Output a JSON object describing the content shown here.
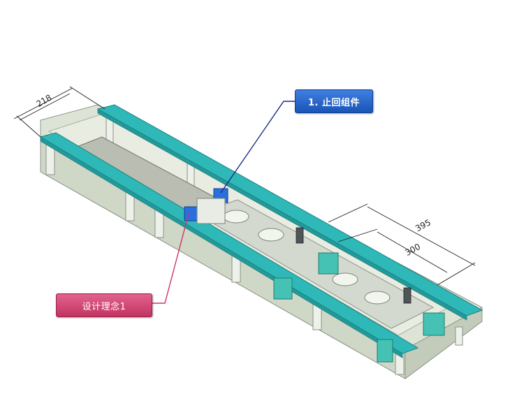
{
  "callouts": {
    "stop_assembly": "1. 止回组件",
    "design_concept": "设计理念1"
  },
  "dimensions": {
    "width": "218",
    "length_outer": "395",
    "length_inner": "300"
  },
  "colors": {
    "rail": "#2fb8b8",
    "base": "#dfe5d9",
    "callout_blue": "#1f5fc8",
    "callout_pink": "#d6497a",
    "leader_blue": "#1a2c8c",
    "leader_pink": "#d0346a"
  }
}
